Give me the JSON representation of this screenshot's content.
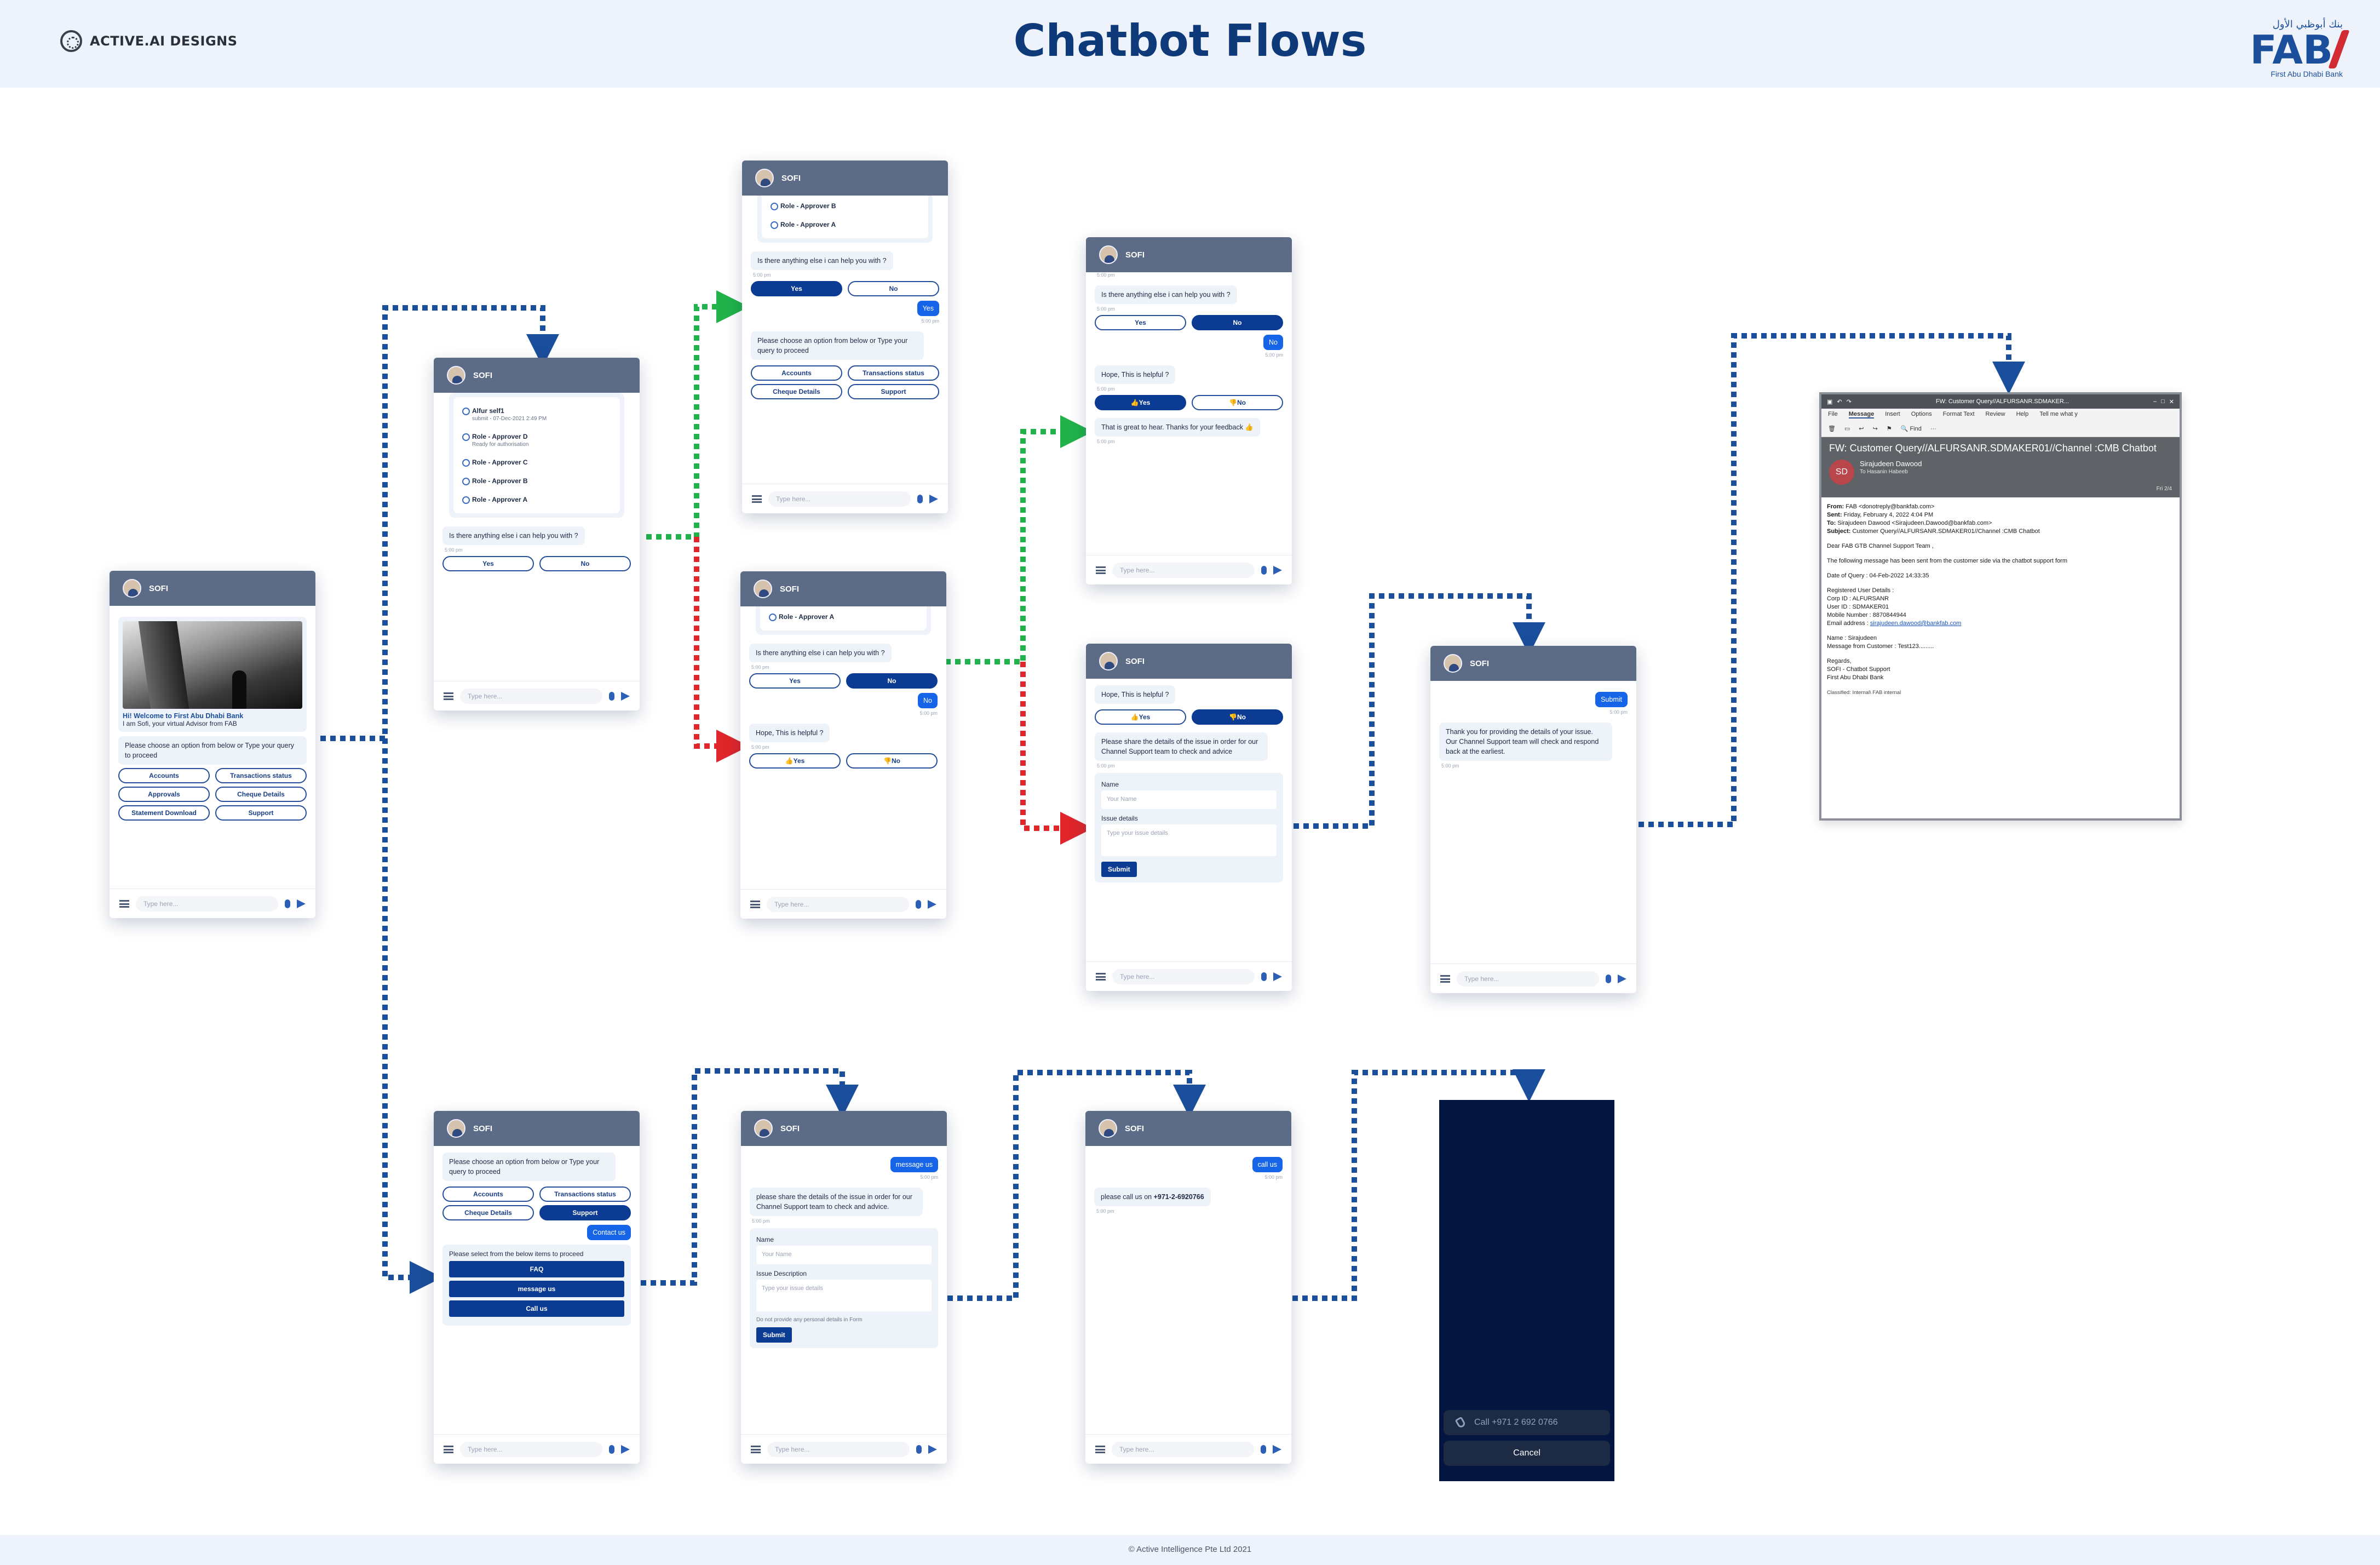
{
  "header": {
    "brand_text": "ACTIVE.AI  DESIGNS",
    "title": "Chatbot Flows",
    "logo_arabic": "بنك أبوظبي الأول",
    "logo_word": "FAB",
    "logo_sub": "First Abu Dhabi Bank"
  },
  "footer": {
    "text": "© Active Intelligence Pte Ltd 2021"
  },
  "common": {
    "bot_name": "SOFI",
    "input_placeholder": "Type here...",
    "stamp": "5:00 pm"
  },
  "screens": {
    "welcome": {
      "greeting_title": "Hi! Welcome to First Abu Dhabi Bank",
      "greeting_sub": "I am Sofi, your virtual Advisor from FAB",
      "prompt": "Please choose an option from below or Type your query to proceed",
      "options": [
        "Accounts",
        "Transactions status",
        "Approvals",
        "Cheque Details",
        "Statement Download",
        "Support"
      ]
    },
    "approvals": {
      "roles": [
        {
          "label": "Alfur self1",
          "sub": "submit - 07-Dec-2021 2:49 PM"
        },
        {
          "label": "Role - Approver D",
          "sub": "Ready for authorisation"
        },
        {
          "label": "Role - Approver C",
          "sub": ""
        },
        {
          "label": "Role - Approver B",
          "sub": ""
        },
        {
          "label": "Role - Approver A",
          "sub": ""
        }
      ],
      "question": "Is there anything else i can help you with ?",
      "yes": "Yes",
      "no": "No"
    },
    "yes_path": {
      "roles": [
        "Role - Approver B",
        "Role - Approver A"
      ],
      "question": "Is there anything else i can help you with ?",
      "yes": "Yes",
      "no": "No",
      "user_reply": "Yes",
      "prompt": "Please choose an option from below or Type your query to proceed",
      "options": [
        "Accounts",
        "Transactions status",
        "Cheque Details",
        "Support"
      ]
    },
    "no_path": {
      "role": "Role - Approver A",
      "question": "Is there anything else i can help you with ?",
      "yes": "Yes",
      "no": "No",
      "user_reply": "No",
      "helpful": "Hope, This is helpful ?",
      "thumbs_yes": "👍Yes",
      "thumbs_no": "👎No"
    },
    "helpful_yes": {
      "question": "Is there anything else i can help you with ?",
      "yes": "Yes",
      "no": "No",
      "user_reply": "No",
      "helpful": "Hope, This is helpful ?",
      "thumbs_yes": "👍Yes",
      "thumbs_no": "👎No",
      "reply": "That is great to hear. Thanks for your feedback 👍"
    },
    "helpful_no": {
      "helpful": "Hope, This is helpful ?",
      "thumbs_yes": "👍Yes",
      "thumbs_no": "👎No",
      "details_prompt": "Please share the details of the issue in order for our Channel Support team to check and advice",
      "name_label": "Name",
      "name_placeholder": "Your Name",
      "issue_label": "Issue details",
      "issue_placeholder": "Type your issue details",
      "submit": "Submit"
    },
    "submitted": {
      "user_reply": "Submit",
      "message": "Thank you for providing the details of your issue. Our Channel Support team will check and respond back at the earliest."
    },
    "support_menu": {
      "prompt": "Please choose an option from below or Type your query to proceed",
      "options": [
        "Accounts",
        "Transactions status",
        "Cheque Details",
        "Support"
      ],
      "user_reply": "Contact us",
      "select_prompt": "Please select from the below items to proceed",
      "items": [
        "FAQ",
        "message us",
        "Call us"
      ]
    },
    "message_us": {
      "user_reply": "message us",
      "details_prompt": "please share the details of the issue in order for our Channel Support team to check and advice.",
      "name_label": "Name",
      "name_placeholder": "Your Name",
      "issue_label": "Issue Description",
      "issue_placeholder": "Type your issue details",
      "note": "Do not provide any personal details in Form",
      "submit": "Submit"
    },
    "call_us": {
      "user_reply": "call us",
      "message_prefix": "please call us on ",
      "phone_number": "+971-2-6920766"
    },
    "call_sheet": {
      "call_label": "Call +971 2 692 0766",
      "cancel_label": "Cancel"
    }
  },
  "email": {
    "window_title": "FW: Customer Query//ALFURSANR.SDMAKER...",
    "menu": [
      "File",
      "Message",
      "Insert",
      "Options",
      "Format Text",
      "Review",
      "Help",
      "Tell me what y"
    ],
    "find_label": "Find",
    "subject": "FW: Customer Query//ALFURSANR.SDMAKER01//Channel :CMB Chatbot",
    "avatar_initials": "SD",
    "sender": "Sirajudeen Dawood",
    "to_line": "To  Hasanin Habeeb",
    "date_short": "Fri 2/4",
    "from_label": "From:",
    "from_value": "FAB <donotreply@bankfab.com>",
    "sent_label": "Sent:",
    "sent_value": "Friday, February 4, 2022 4:04 PM",
    "to_label": "To:",
    "to_value": "Sirajudeen Dawood <Sirajudeen.Dawood@bankfab.com>",
    "subject_label": "Subject:",
    "subject_value": "Customer Query//ALFURSANR.SDMAKER01//Channel :CMB Chatbot",
    "salutation": "Dear FAB GTB Channel Support Team ,",
    "intro": "The following message has been sent from the customer side via the chatbot support form",
    "date_of_query": "Date of Query : 04-Feb-2022 14:33:35",
    "registered_heading": "Registered User Details :",
    "corp_id": "Corp ID : ALFURSANR",
    "user_id": "User ID : SDMAKER01",
    "mobile": "Mobile Number : 8870844944",
    "email_prefix": "Email address : ",
    "email_value": "sirajudeen.dawood@bankfab.com",
    "name_line": "Name : Sirajudeen",
    "message_line": "Message from Customer : Test123.........",
    "regards": "Regards,",
    "sign1": "SOFI - Chatbot Support",
    "sign2": "First Abu Dhabi Bank",
    "classified": "Classified: Internal\\ FAB internal"
  },
  "colors": {
    "navy": "#0e3a7a",
    "connector_blue": "#1b4e9b",
    "connector_green": "#21b24b",
    "connector_red": "#e0262b",
    "header_bg": "#eef3fb",
    "bot_header": "#5c6c86",
    "user_bubble": "#1664e8"
  }
}
